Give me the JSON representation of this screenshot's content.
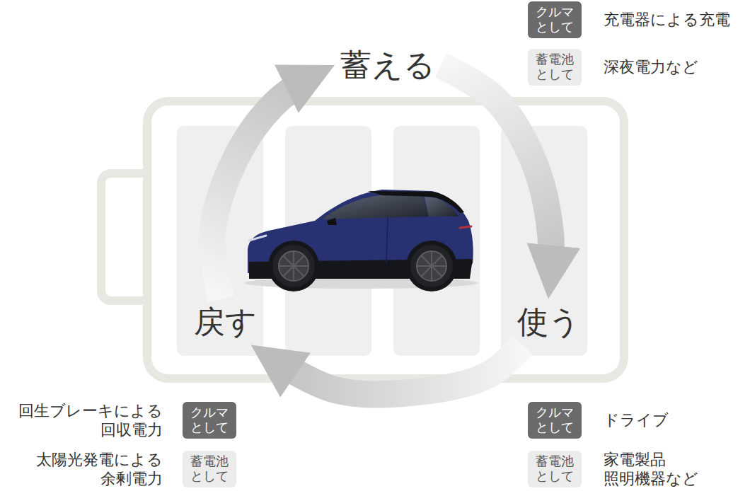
{
  "diagram": {
    "nodes": [
      {
        "text": [
          "蓄える"
        ]
      },
      {
        "text": [
          "クルマ として"
        ]
      },
      {
        "text": [
          "蓄電池 として"
        ]
      },
      {
        "text": [
          "戻す"
        ]
      },
      {
        "text": [
          "使う"
        ]
      },
      {
        "text": [
          "クルマ として"
        ]
      },
      {
        "text": [
          "蓄電池 として"
        ]
      },
      {
        "text": [
          "クルマ として"
        ]
      },
      {
        "text": [
          "蓄電池 として"
        ]
      }
    ],
    "edges": [
      {
        "from": 3,
        "to": 0,
        "arrow": "to"
      },
      {
        "from": 0,
        "to": 4,
        "arrow": "to"
      },
      {
        "from": 4,
        "to": 3,
        "arrow": "to"
      }
    ],
    "labels": [
      "充電器による充電",
      "深夜電力など",
      "回生ブレーキによる 回収電力",
      "太陽光発電による 余剰電力",
      "ドライブ",
      "家電製品 照明機器など"
    ]
  }
}
